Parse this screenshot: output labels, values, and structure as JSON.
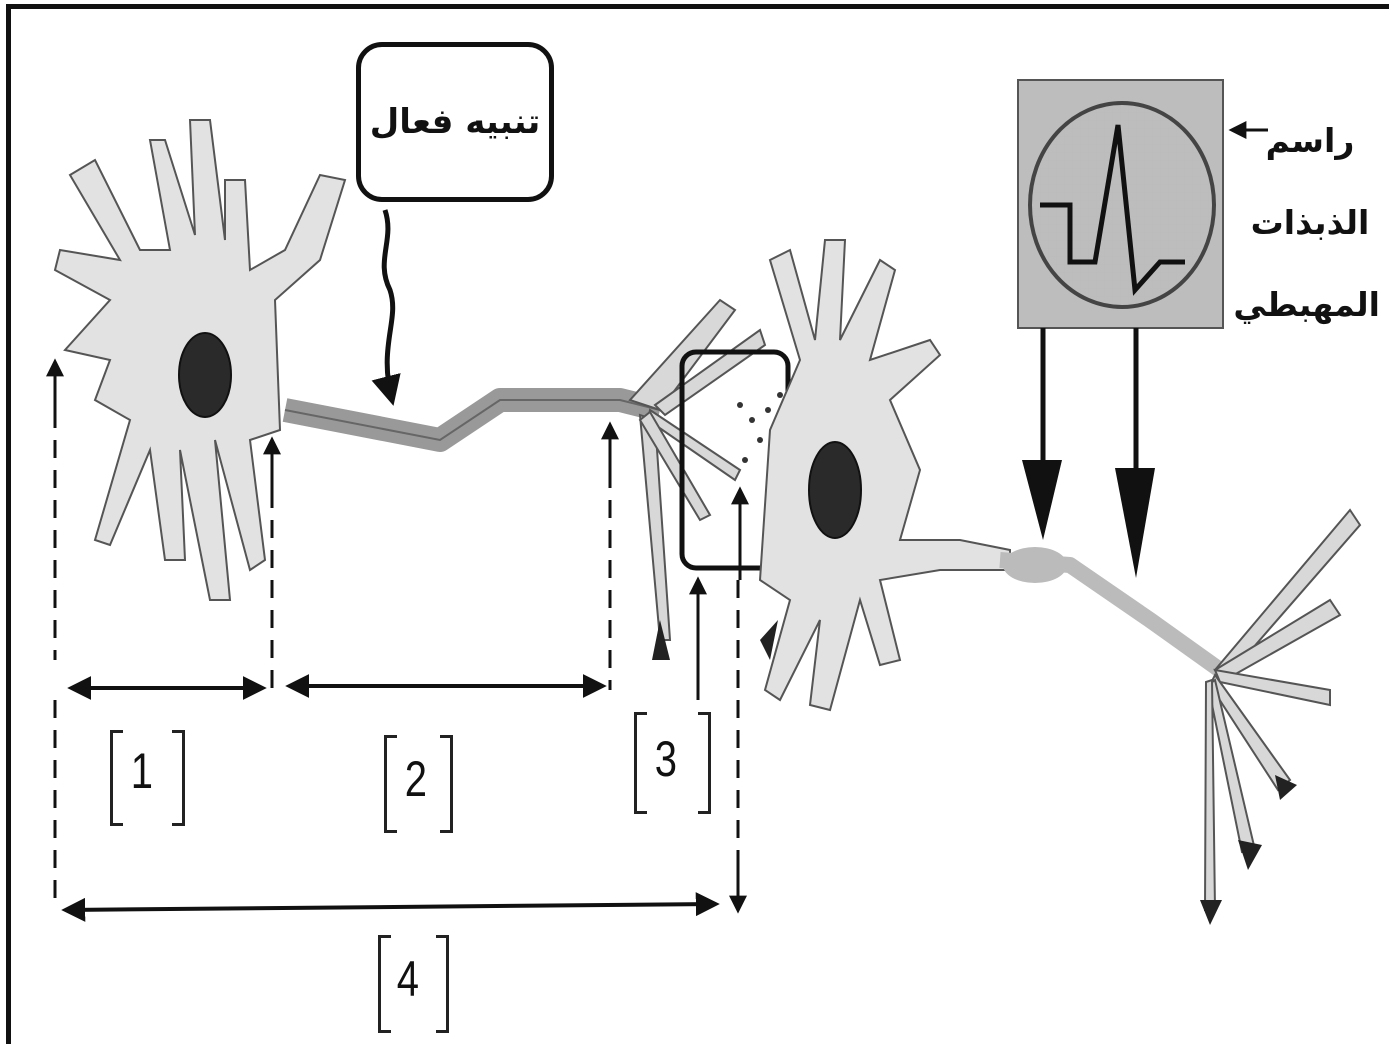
{
  "stimulus": {
    "label": "تنبيه فعال"
  },
  "oscilloscope": {
    "label_lines": [
      "راسم",
      "الذبذات",
      "المهبطي"
    ]
  },
  "segments": [
    {
      "id": "1",
      "label": "1"
    },
    {
      "id": "2",
      "label": "2"
    },
    {
      "id": "3",
      "label": "3"
    },
    {
      "id": "4",
      "label": "4"
    }
  ]
}
